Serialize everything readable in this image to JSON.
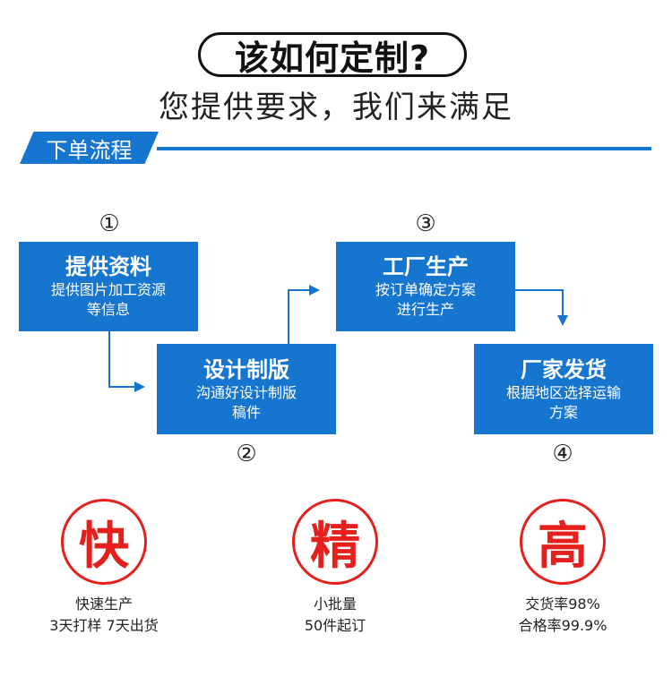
{
  "header": {
    "title": "该如何定制?",
    "subtitle": "您提供要求，我们来满足"
  },
  "section": {
    "tag": "下单流程"
  },
  "steps": [
    {
      "num": "①",
      "title": "提供资料",
      "desc1": "提供图片加工资源",
      "desc2": "等信息"
    },
    {
      "num": "②",
      "title": "设计制版",
      "desc1": "沟通好设计制版",
      "desc2": "稿件"
    },
    {
      "num": "③",
      "title": "工厂生产",
      "desc1": "按订单确定方案",
      "desc2": "进行生产"
    },
    {
      "num": "④",
      "title": "厂家发货",
      "desc1": "根据地区选择运输",
      "desc2": "方案"
    }
  ],
  "features": [
    {
      "char": "快",
      "line1": "快速生产",
      "line2": "3天打样 7天出货"
    },
    {
      "char": "精",
      "line1": "小批量",
      "line2": "50件起订"
    },
    {
      "char": "高",
      "line1": "交货率98%",
      "line2": "合格率99.9%"
    }
  ],
  "colors": {
    "accent": "#1675cf",
    "highlight": "#e5201c"
  }
}
